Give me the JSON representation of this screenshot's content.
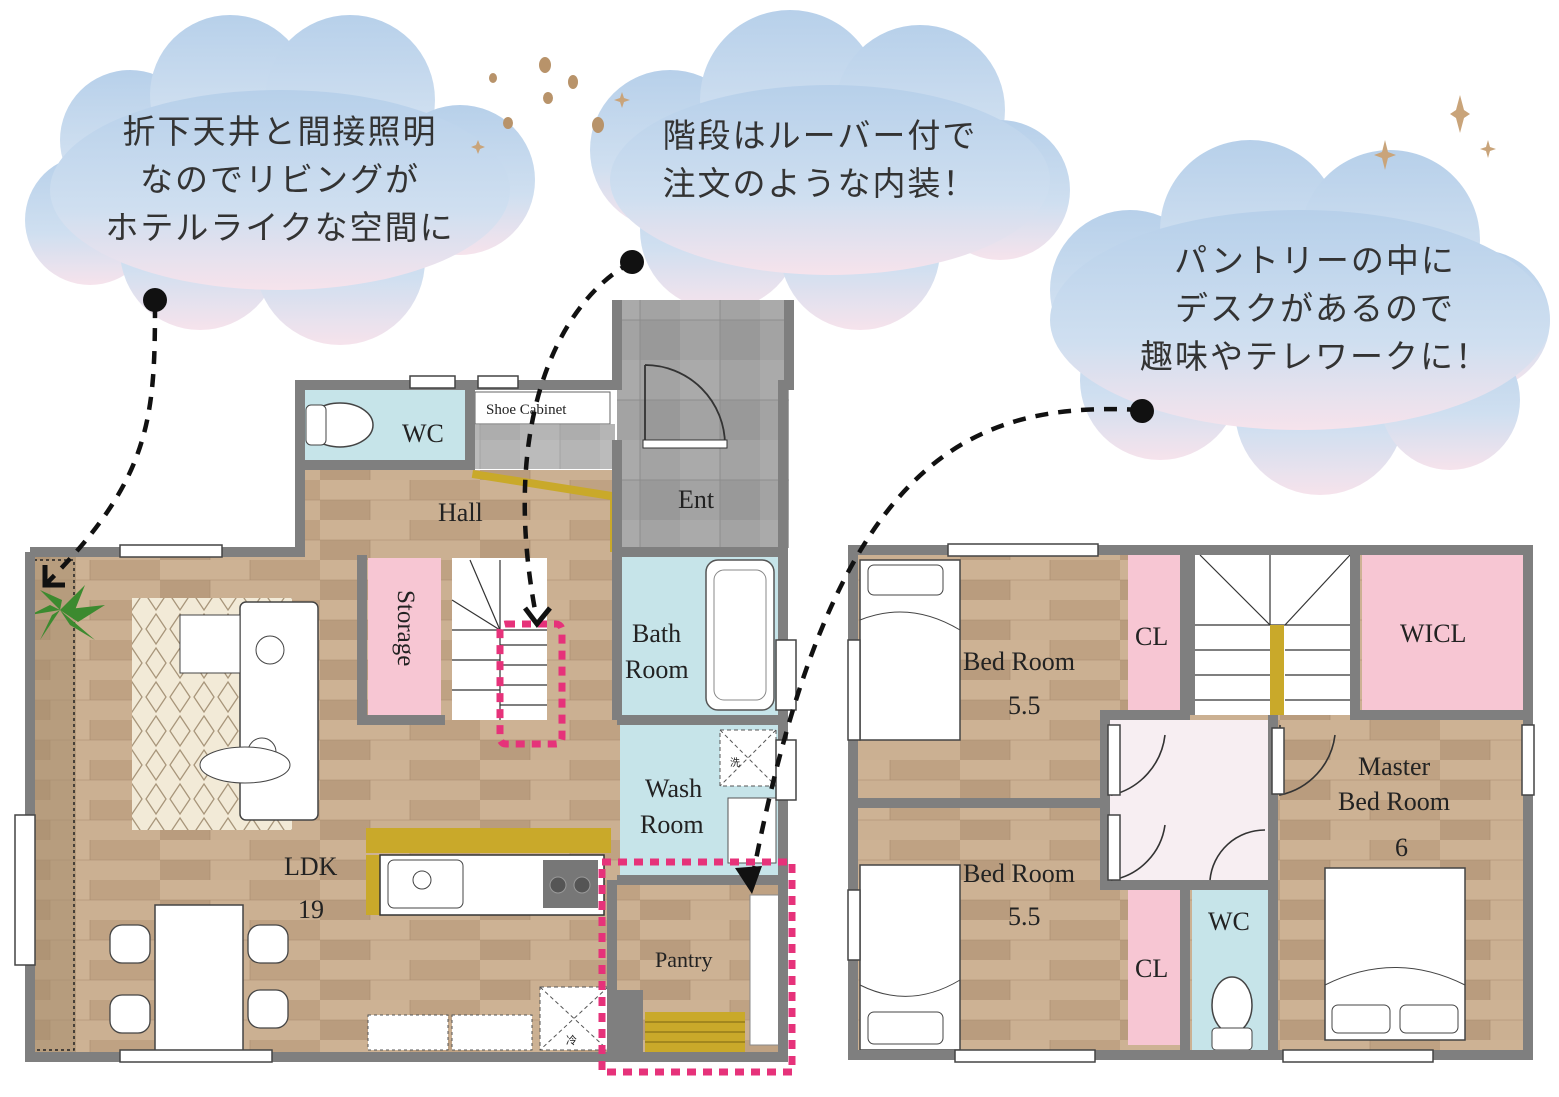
{
  "callouts": {
    "living": [
      "折下天井と間接照明",
      "なのでリビングが",
      "ホテルライクな空間に"
    ],
    "stairs": [
      "階段はルーバー付で",
      "注文のような内装！"
    ],
    "pantry": [
      "パントリーの中に",
      "デスクがあるので",
      "趣味やテレワークに！"
    ]
  },
  "floor1": {
    "wc": "WC",
    "shoe_cabinet": "Shoe Cabinet",
    "hall": "Hall",
    "entrance": "Ent",
    "storage": "Storage",
    "bath": [
      "Bath",
      "Room"
    ],
    "wash": [
      "Wash",
      "Room"
    ],
    "ldk": "LDK",
    "ldk_size": "19",
    "pantry": "Pantry",
    "fridge_mark": "冷",
    "washer_mark": "洗"
  },
  "floor2": {
    "bed1": "Bed Room",
    "bed1_size": "5.5",
    "cl1": "CL",
    "wicl": "WICL",
    "master": [
      "Master",
      "Bed Room"
    ],
    "master_size": "6",
    "bed2": "Bed Room",
    "bed2_size": "5.5",
    "cl2": "CL",
    "wc": "WC"
  },
  "colors": {
    "wall": "#7f7f7f",
    "wood": "#c4a88a",
    "pink": "#f7c6d3",
    "aqua": "#c6e4e9",
    "tile": "#9c9c9c",
    "cloud": "#bcd4ea",
    "accent_dash": "#e6327a",
    "louver": "#c9a92a"
  }
}
